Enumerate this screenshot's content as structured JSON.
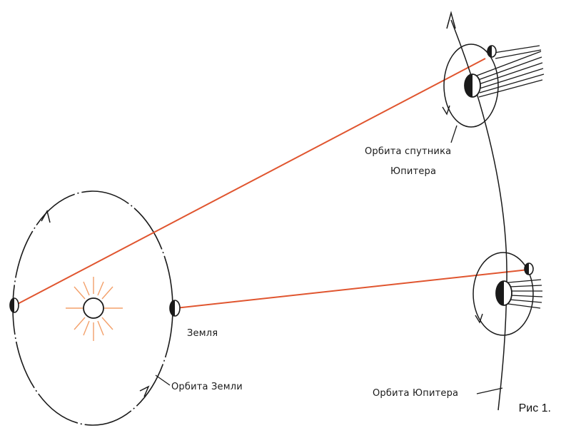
{
  "labels": {
    "earth": "Земля",
    "earth_orbit": "Орбита Земли",
    "satellite_orbit_line1": "Орбита спутника",
    "satellite_orbit_line2": "Юпитера",
    "jupiter_orbit": "Орбита Юпитера"
  },
  "caption": "Рис 1.",
  "colors": {
    "light_ray": "#e0552f",
    "sun_rays": "#f3a06a",
    "ink": "#1a1a1a",
    "background": "#ffffff"
  }
}
